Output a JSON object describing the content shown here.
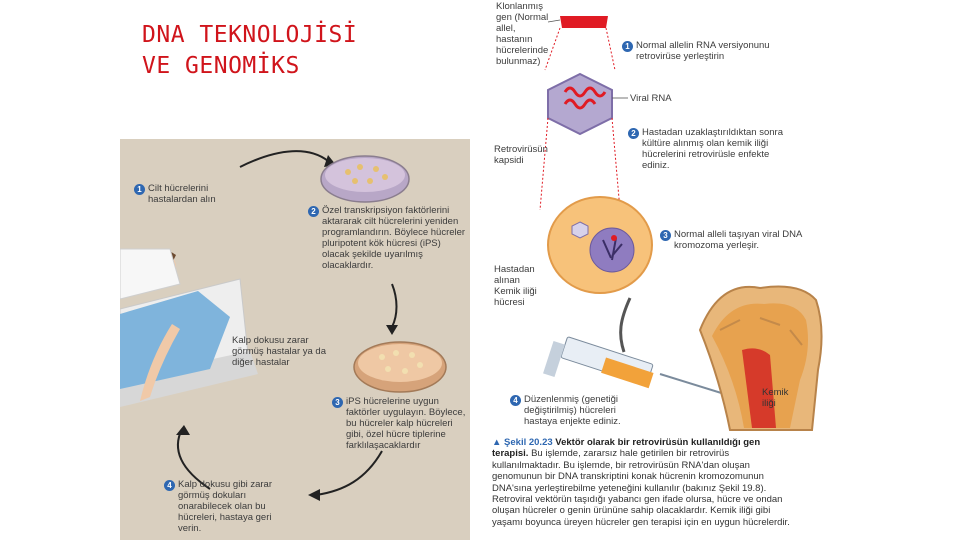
{
  "title": {
    "line1": "DNA TEKNOLOJİSİ",
    "line2": "VE GENOMİKS"
  },
  "left_figure": {
    "steps": [
      {
        "num": "1",
        "text": "Cilt hücrelerini hastalardan alın"
      },
      {
        "num": "2",
        "text": "Özel transkripsiyon faktörlerini aktararak cilt hücrelerini yeniden programlandırın. Böylece hücreler pluripotent kök hücresi (iPS) olacak şekilde uyarılmış olacaklardır."
      },
      {
        "num": "3",
        "text": "iPS hücrelerine uygun faktörler uygulayın. Böylece, bu hücreler kalp hücreleri gibi, özel hücre tiplerine farklılaşacaklardır"
      },
      {
        "num": "4",
        "text": "Kalp dokusu gibi zarar görmüş dokuları onarabilecek olan bu hücreleri, hastaya geri verin."
      }
    ],
    "patient_label": "Kalp dokusu zarar görmüş hastalar ya da diğer hastalar"
  },
  "right_figure": {
    "cloned_gene_label": "Klonlanmış gen (Normal allel, hastanın hücrelerinde bulunmaz)",
    "viral_rna_label": "Viral RNA",
    "capsid_label": "Retrovirüsün kapsidi",
    "bone_marrow_label": "Hastadan alınan Kemik iliği hücresi",
    "bone_marrow_tissue_label": "Kemik iliği",
    "steps": [
      {
        "num": "1",
        "text": "Normal allelin RNA versiyonunu retrovirüse yerleştirin"
      },
      {
        "num": "2",
        "text": "Hastadan uzaklaştırıldıktan sonra kültüre alınmış olan kemik iliği hücrelerini retrovirüsle enfekte ediniz."
      },
      {
        "num": "3",
        "text": "Normal alleli taşıyan viral DNA kromozoma yerleşir."
      },
      {
        "num": "4",
        "text": "Düzenlenmiş (genetiği değiştirilmiş) hücreleri hastaya enjekte ediniz."
      }
    ],
    "caption": {
      "marker": "▲",
      "fig_label": "Şekil 20.23",
      "bold_title": "Vektör olarak bir retrovirüsün kullanıldığı gen terapisi.",
      "body": "Bu işlemde, zararsız hale getirilen bir retrovirüs kullanılmaktadır. Bu işlemde, bir retrovirüsün RNA'dan oluşan genomunun bir DNA transkriptini konak hücrenin kromozomunun DNA'sına yerleştirebilme yeteneğini kullanılır (bakınız Şekil 19.8). Retroviral vektörün taşıdığı yabancı gen ifade olursa, hücre ve ondan oluşan hücreler o genin ürününe sahip olacaklardır. Kemik iliği gibi yaşamı boyunca üreyen hücreler gen terapisi için en uygun hücrelerdir."
    }
  },
  "colors": {
    "title": "#d0141b",
    "step_badge": "#2e67b1",
    "panel_bg": "#d9cfbf",
    "gene_red": "#e01b24"
  }
}
